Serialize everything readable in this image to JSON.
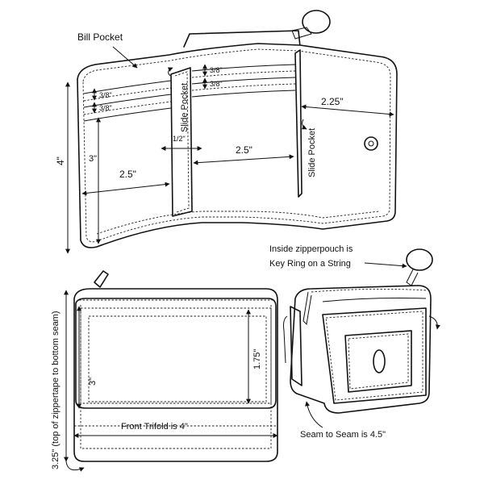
{
  "labels": {
    "bill_pocket": "Bill Pocket",
    "slide_pocket": "Slide Pocket",
    "three_eighths": "3/8\"",
    "half_inch": "1/2\"",
    "four_inch": "4\"",
    "three_inch": "3\"",
    "two_five": "2.5\"",
    "two_two_five": "2.25\"",
    "zipper_note_line1": "Inside zipperpouch is",
    "zipper_note_line2": "Key Ring on a String",
    "one_seven_five": "1.75\"",
    "front_trifold": "Front Trifold is 4\"",
    "three_two_five": "3.25\" (top of zippertape to bottom seam)",
    "seam_to_seam": "Seam to Seam is 4.5\""
  }
}
